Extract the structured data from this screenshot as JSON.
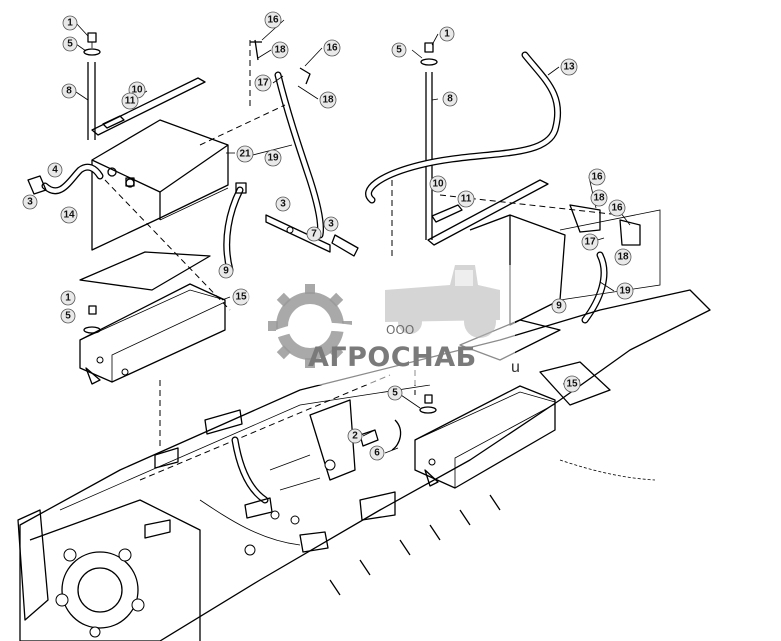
{
  "callouts": [
    {
      "id": "c1",
      "label": "1"
    },
    {
      "id": "c2",
      "label": "5"
    },
    {
      "id": "c3",
      "label": "8"
    },
    {
      "id": "c4",
      "label": "10"
    },
    {
      "id": "c5",
      "label": "11"
    },
    {
      "id": "c6",
      "label": "16"
    },
    {
      "id": "c7",
      "label": "18"
    },
    {
      "id": "c8",
      "label": "16"
    },
    {
      "id": "c9",
      "label": "17"
    },
    {
      "id": "c10",
      "label": "18"
    },
    {
      "id": "c11",
      "label": "21"
    },
    {
      "id": "c12",
      "label": "19"
    },
    {
      "id": "c13",
      "label": "4"
    },
    {
      "id": "c14",
      "label": "3"
    },
    {
      "id": "c15",
      "label": "14"
    },
    {
      "id": "c16",
      "label": "9"
    },
    {
      "id": "c17",
      "label": "1"
    },
    {
      "id": "c18",
      "label": "5"
    },
    {
      "id": "c19",
      "label": "15"
    },
    {
      "id": "c20",
      "label": "3"
    },
    {
      "id": "c21",
      "label": "7"
    },
    {
      "id": "c22",
      "label": "3"
    },
    {
      "id": "c23",
      "label": "5"
    },
    {
      "id": "c24",
      "label": "1"
    },
    {
      "id": "c25",
      "label": "8"
    },
    {
      "id": "c26",
      "label": "13"
    },
    {
      "id": "c27",
      "label": "10"
    },
    {
      "id": "c28",
      "label": "11"
    },
    {
      "id": "c29",
      "label": "16"
    },
    {
      "id": "c30",
      "label": "18"
    },
    {
      "id": "c31",
      "label": "16"
    },
    {
      "id": "c32",
      "label": "17"
    },
    {
      "id": "c33",
      "label": "18"
    },
    {
      "id": "c34",
      "label": "19"
    },
    {
      "id": "c35",
      "label": "9"
    },
    {
      "id": "c36",
      "label": "15"
    },
    {
      "id": "c37",
      "label": "5"
    },
    {
      "id": "c38",
      "label": "2"
    },
    {
      "id": "c39",
      "label": "6"
    }
  ],
  "watermark": {
    "prefix": "ООО",
    "brand": "АГРОСНАБ"
  }
}
